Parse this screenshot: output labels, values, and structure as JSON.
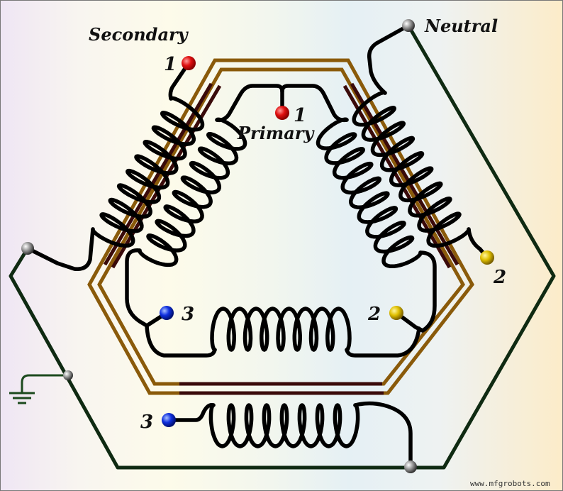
{
  "labels": {
    "secondary": "Secondary",
    "primary": "Primary",
    "neutral": "Neutral",
    "sec_1": "1",
    "sec_2": "2",
    "sec_3": "3",
    "pri_1": "1",
    "pri_2": "2",
    "pri_3": "3"
  },
  "watermark": "www.mfgrobots.com",
  "colors": {
    "phase_1": "#e01010",
    "phase_2": "#e0c000",
    "phase_3": "#1030e0",
    "node": "#999999",
    "core": "#8a5a0a",
    "core_winding": "#3a0a0a",
    "ground_wire": "#0f2a12",
    "winding": "#000000"
  }
}
